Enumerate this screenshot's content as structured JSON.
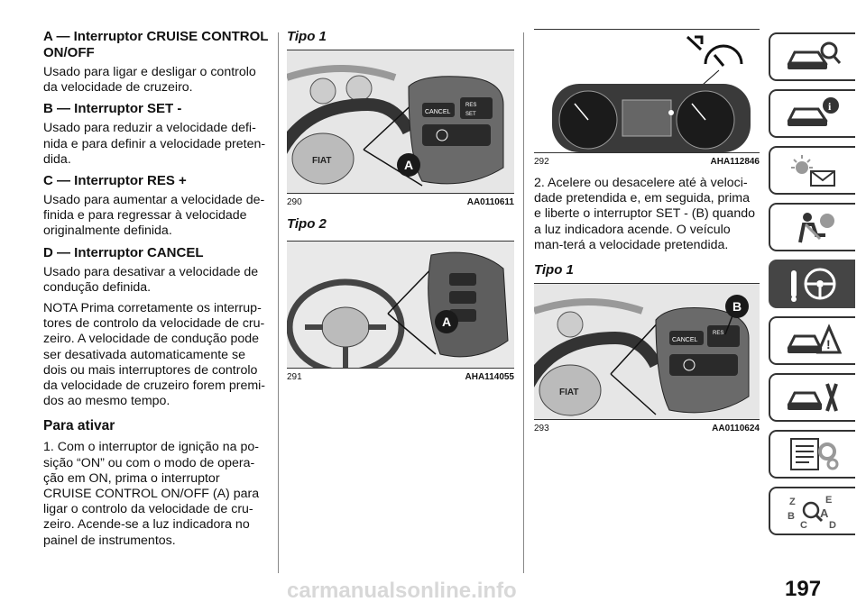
{
  "left": {
    "sections": [
      {
        "title": "A — Interruptor CRUISE CONTROL ON/OFF",
        "text": "Usado para ligar e desligar o controlo da velocidade de cruzeiro."
      },
      {
        "title": "B — Interruptor SET -",
        "text": "Usado para reduzir a velocidade defi-nida e para definir a velocidade preten-dida."
      },
      {
        "title": "C — Interruptor RES +",
        "text": "Usado para aumentar a velocidade de-finida e para regressar à velocidade originalmente definida."
      },
      {
        "title": "D — Interruptor CANCEL",
        "text": "Usado para desativar a velocidade de condução definida."
      }
    ],
    "note": "NOTA  Prima corretamente os interrup-tores de controlo da velocidade de cru-zeiro. A velocidade de condução pode ser desativada automaticamente se dois ou mais interruptores de controlo da velocidade de cruzeiro forem premi-dos ao mesmo tempo.",
    "subheading": "Para ativar",
    "step1": "1. Com o interruptor de ignição na po-sição “ON” ou com o modo de opera-ção em ON, prima o interruptor CRUISE CONTROL ON/OFF (A) para ligar o controlo da velocidade de cru-zeiro. Acende-se a luz indicadora no painel de instrumentos."
  },
  "middle": {
    "tipo1": "Tipo 1",
    "fig290": {
      "num": "290",
      "code": "AA0110611",
      "callout": "A",
      "labels": [
        "CANCEL",
        "RES",
        "SET"
      ]
    },
    "tipo2": "Tipo 2",
    "fig291": {
      "num": "291",
      "code": "AHA114055",
      "callout": "A"
    }
  },
  "right": {
    "fig292": {
      "num": "292",
      "code": "AHA112846"
    },
    "step2": "2. Acelere ou desacelere até à veloci-dade pretendida e, em seguida, prima e liberte o interruptor SET - (B) quando a luz indicadora acende. O veículo man-terá a velocidade pretendida.",
    "tipo1": "Tipo 1",
    "fig293": {
      "num": "293",
      "code": "AA0110624",
      "callout": "B",
      "labels": [
        "CANCEL",
        "RES"
      ]
    }
  },
  "sidebar": {
    "tabs": [
      {
        "icon": "car-search-icon"
      },
      {
        "icon": "car-info-icon"
      },
      {
        "icon": "warning-lights-icon"
      },
      {
        "icon": "airbag-safety-icon"
      },
      {
        "icon": "key-steering-icon",
        "active": true
      },
      {
        "icon": "breakdown-triangle-icon"
      },
      {
        "icon": "car-tools-icon"
      },
      {
        "icon": "specifications-icon"
      },
      {
        "icon": "index-letters-icon",
        "letters": [
          "Z",
          "E",
          "B",
          "A",
          "C",
          "D"
        ]
      }
    ]
  },
  "page_number": "197",
  "watermark": "carmanualsonline.info"
}
